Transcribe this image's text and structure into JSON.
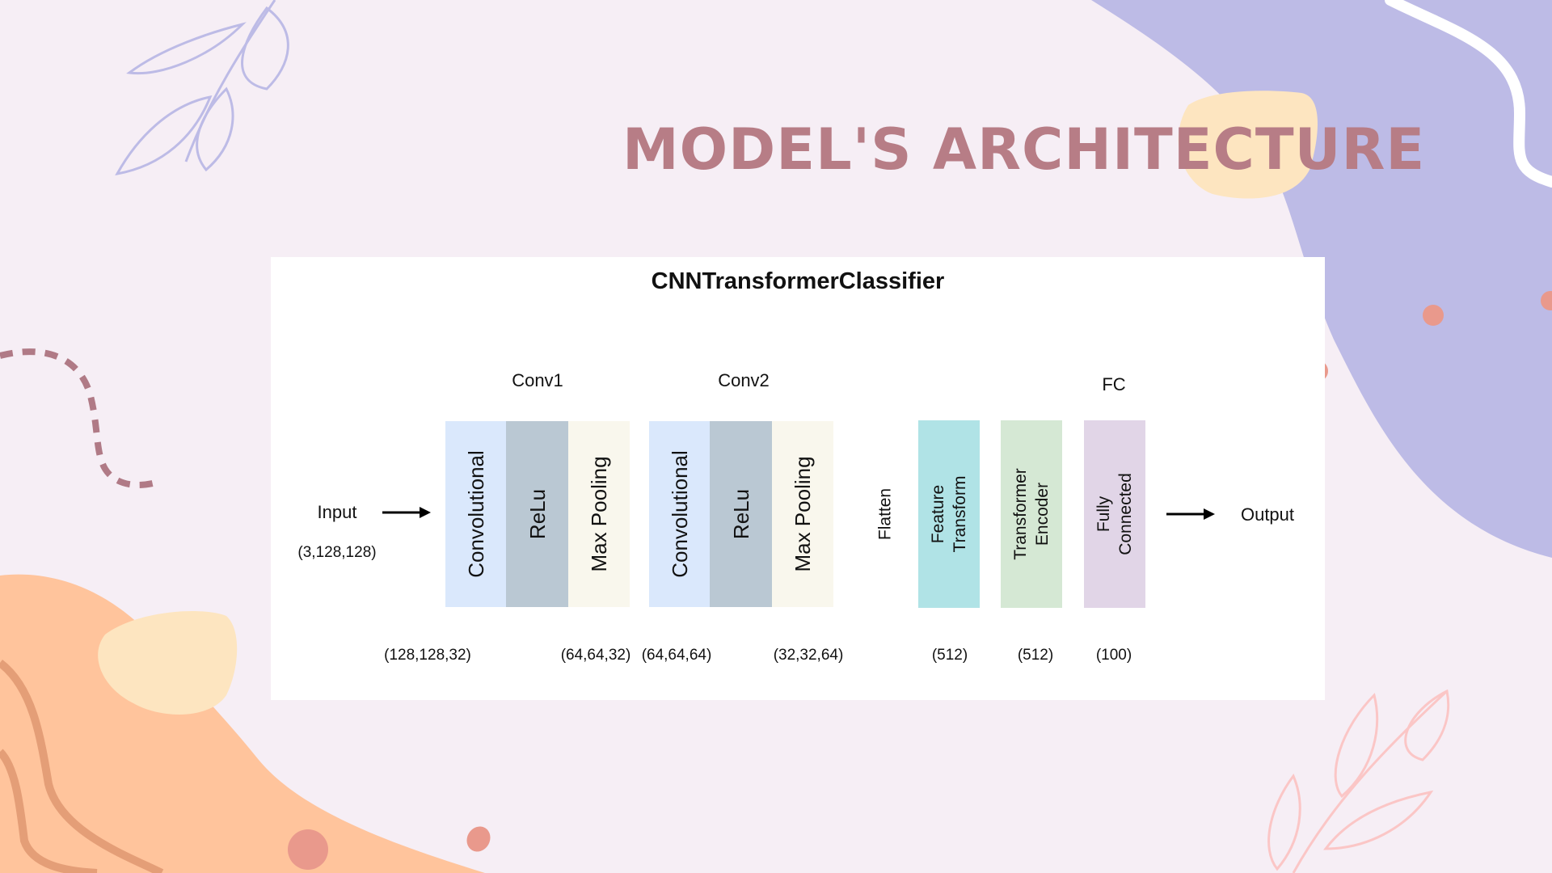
{
  "slide": {
    "title": "Model's Architecture"
  },
  "diagram": {
    "title": "CNNTransformerClassifier",
    "input_label": "Input",
    "input_shape": "(3,128,128)",
    "output_label": "Output",
    "groups": {
      "conv1": "Conv1",
      "conv2": "Conv2",
      "fc": "FC"
    },
    "flatten_label": "Flatten",
    "blocks": [
      {
        "label": "Convolutional",
        "color": "#dae8fc"
      },
      {
        "label": "ReLu",
        "color": "#bac8d3"
      },
      {
        "label": "Max Pooling",
        "color": "#f9f7ed"
      },
      {
        "label": "Convolutional",
        "color": "#dae8fc"
      },
      {
        "label": "ReLu",
        "color": "#bac8d3"
      },
      {
        "label": "Max Pooling",
        "color": "#f9f7ed"
      },
      {
        "label": "Feature Transform",
        "line1": "Feature",
        "line2": "Transform",
        "color": "#b0e3e6"
      },
      {
        "label": "Transformer Encoder",
        "line1": "Transformer",
        "line2": "Encoder",
        "color": "#d5e8d4"
      },
      {
        "label": "Fully Connected",
        "line1": "Fully",
        "line2": "Connected",
        "color": "#e1d5e7"
      }
    ],
    "shapes": [
      "(128,128,32)",
      "(64,64,32)",
      "(64,64,64)",
      "(32,32,64)",
      "(512)",
      "(512)",
      "(100)"
    ]
  },
  "colors": {
    "background": "#f6eef5",
    "title": "#b77d86",
    "lavender": "#bdbbe6",
    "peach": "#ffc49c",
    "cream": "#fde5c0",
    "coral": "#e9998c"
  }
}
